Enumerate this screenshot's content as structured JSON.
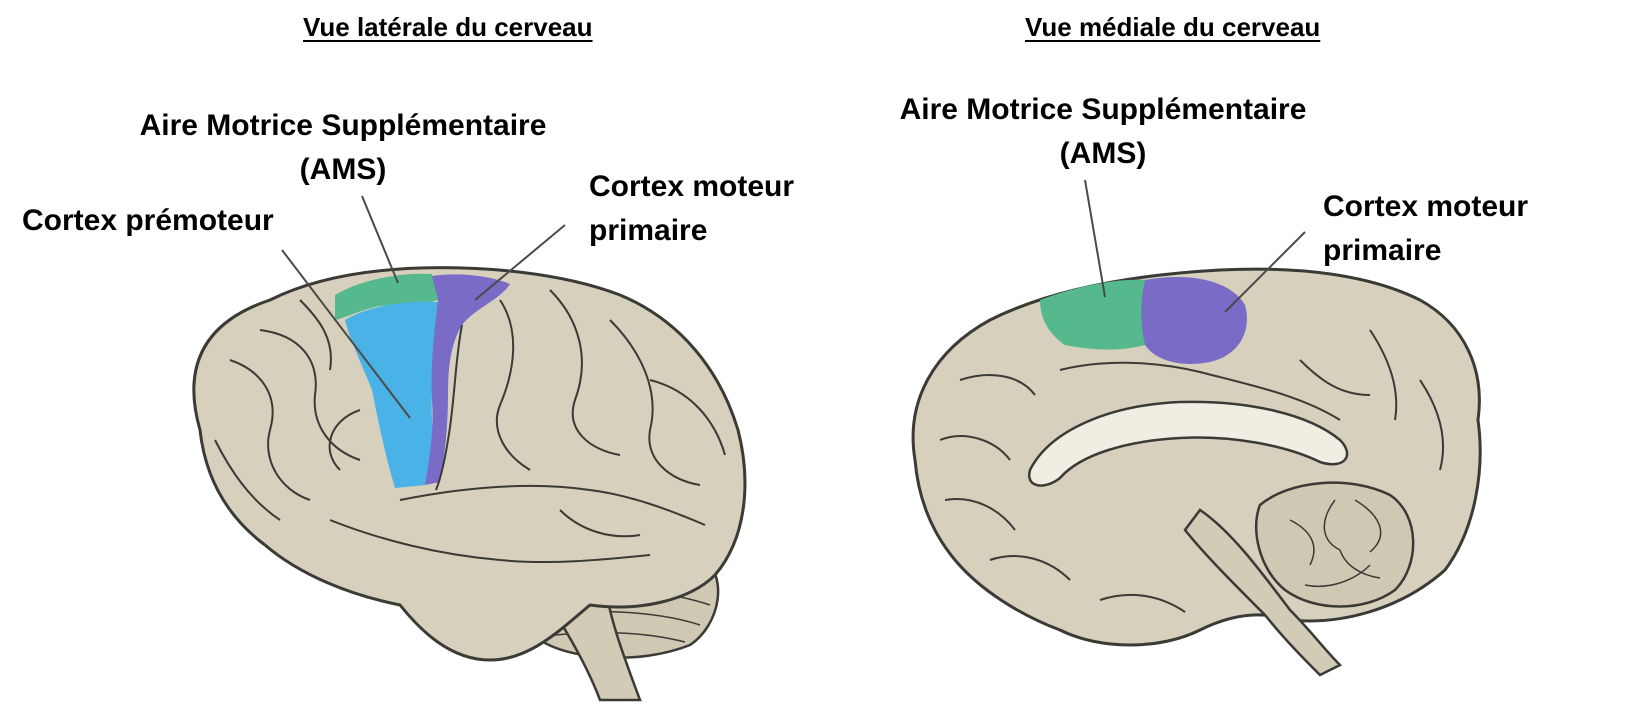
{
  "lateral_view": {
    "title": "Vue latérale du cerveau",
    "labels": {
      "ams_line1": "Aire Motrice Supplémentaire",
      "ams_line2": "(AMS)",
      "premotor": "Cortex prémoteur",
      "primary_line1": "Cortex moteur",
      "primary_line2": "primaire"
    }
  },
  "medial_view": {
    "title": "Vue médiale du cerveau",
    "labels": {
      "ams_line1": "Aire Motrice Supplémentaire",
      "ams_line2": "(AMS)",
      "primary_line1": "Cortex moteur",
      "primary_line2": "primaire"
    }
  },
  "colors": {
    "brain": "#d6d0bd",
    "outline": "#3a3a36",
    "ams": "#56b98e",
    "premotor": "#49b2e6",
    "primary_motor": "#7a6cc6",
    "corpus_callosum": "#f0ede3"
  }
}
